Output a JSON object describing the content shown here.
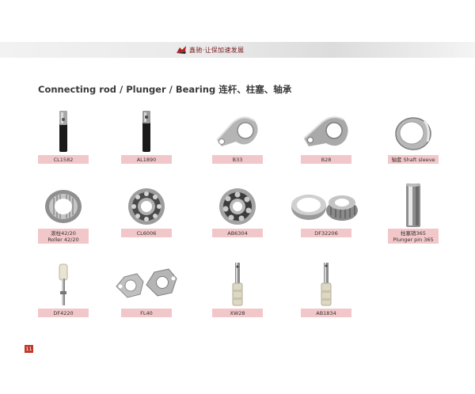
{
  "header": {
    "brand_text": "鑫驰·让保加速发展"
  },
  "section": {
    "title": "Connecting rod / Plunger / Bearing 连杆、柱塞、轴承"
  },
  "products": [
    {
      "label": "CL1582"
    },
    {
      "label": "AL1890"
    },
    {
      "label": "B33"
    },
    {
      "label": "B28"
    },
    {
      "label": "轴套 Shaft sleeve"
    },
    {
      "label": "滚柱42/20",
      "label2": "Roller 42/20"
    },
    {
      "label": "CL6006"
    },
    {
      "label": "AB6304"
    },
    {
      "label": "DF32206"
    },
    {
      "label": "柱塞销365",
      "label2": "Plunger pin 365"
    },
    {
      "label": "DF4220"
    },
    {
      "label": "FL40"
    },
    {
      "label": "XW28"
    },
    {
      "label": "AB1834"
    }
  ],
  "page": {
    "number": "11"
  },
  "colors": {
    "label_bg": "#f2c7c9",
    "accent": "#c0392b"
  }
}
